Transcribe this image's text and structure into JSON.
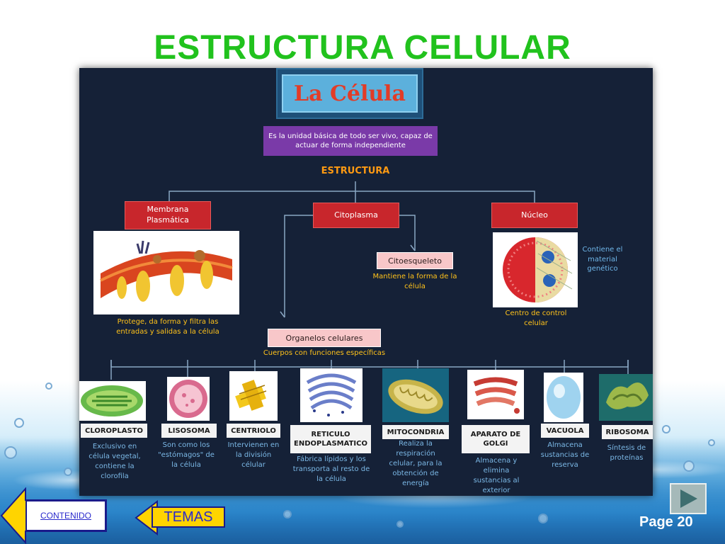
{
  "slide": {
    "title": "ESTRUCTURA CELULAR",
    "page_label": "Page 20",
    "accent_title": "#21c21d"
  },
  "diagram": {
    "heading": "La Célula",
    "definition": "Es la unidad básica de todo ser vivo, capaz de actuar de forma independiente",
    "section_label": "ESTRUCTURA",
    "membrana": {
      "label": "Membrana Plasmática",
      "description": "Protege, da forma y filtra las entradas y salidas a la célula"
    },
    "citoplasma": {
      "label": "Citoplasma"
    },
    "citoesqueleto": {
      "label": "Citoesqueleto",
      "description": "Mantiene la forma de la célula"
    },
    "nucleo": {
      "label": "Núcleo",
      "side_note": "Contiene el material genético",
      "description": "Centro de control celular"
    },
    "organelos": {
      "label": "Organelos celulares",
      "description": "Cuerpos con funciones específicas",
      "items": [
        {
          "name": "CLOROPLASTO",
          "desc": "Exclusivo en célula vegetal, contiene la clorofila"
        },
        {
          "name": "LISOSOMA",
          "desc": "Son como los \"estómagos\" de la célula"
        },
        {
          "name": "CENTRIOLO",
          "desc": "Intervienen en la división célular"
        },
        {
          "name": "RETICULO ENDOPLASMATICO",
          "desc": "Fábrica lípidos y los transporta al resto de la célula"
        },
        {
          "name": "MITOCONDRIA",
          "desc": "Realiza la respiración celular, para la obtención de energía"
        },
        {
          "name": "APARATO DE GOLGI",
          "desc": "Almacena y elimina sustancias al exterior"
        },
        {
          "name": "VACUOLA",
          "desc": "Almacena sustancias de reserva"
        },
        {
          "name": "RIBOSOMA",
          "desc": "Síntesis de proteínas"
        }
      ]
    }
  },
  "nav": {
    "contenido_label": "CONTENIDO",
    "temas_label": "TEMAS",
    "next_icon": "play-triangle-icon"
  }
}
